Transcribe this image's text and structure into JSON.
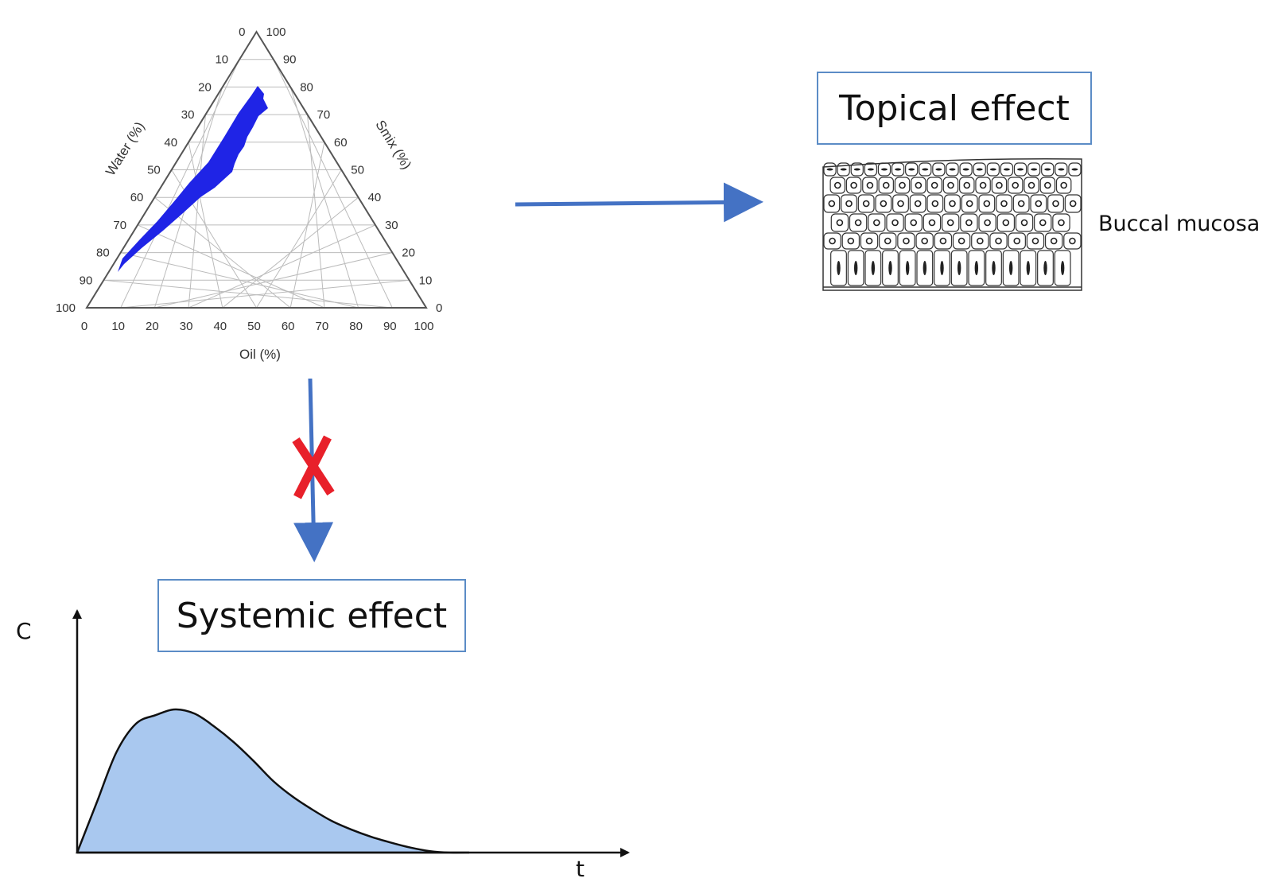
{
  "ternary": {
    "left_axis_title": "Water (%)",
    "right_axis_title": "Smix (%)",
    "bottom_axis_title": "Oil (%)",
    "left_ticks": [
      "0",
      "10",
      "20",
      "30",
      "40",
      "50",
      "60",
      "70",
      "80",
      "90",
      "100"
    ],
    "right_ticks": [
      "100",
      "90",
      "80",
      "70",
      "60",
      "50",
      "40",
      "30",
      "20",
      "10",
      "0"
    ],
    "bottom_ticks": [
      "0",
      "10",
      "20",
      "30",
      "40",
      "50",
      "60",
      "70",
      "80",
      "90",
      "100"
    ],
    "region_color": "#1f24e6"
  },
  "topical_effect_label": "Topical effect",
  "systemic_effect_label": "Systemic effect",
  "buccal_mucosa_label": "Buccal mucosa",
  "blocked_marker": "X",
  "colors": {
    "arrow": "#4472c4",
    "cross": "#e8202a",
    "curve_fill": "#a9c8ef",
    "box_border": "#5b8cc6"
  },
  "chart_data": {
    "type": "area",
    "xlabel": "t",
    "ylabel": "C",
    "x": [
      0,
      0.5,
      1,
      1.5,
      2,
      2.5,
      3,
      3.5,
      4,
      4.5,
      5,
      5.5,
      6,
      6.5,
      7,
      7.5,
      8,
      8.5,
      9,
      9.5,
      10
    ],
    "values": [
      0,
      0.35,
      0.7,
      0.9,
      0.96,
      1.0,
      0.97,
      0.88,
      0.77,
      0.64,
      0.5,
      0.39,
      0.3,
      0.22,
      0.16,
      0.11,
      0.07,
      0.035,
      0.01,
      0.0,
      0.0
    ]
  }
}
